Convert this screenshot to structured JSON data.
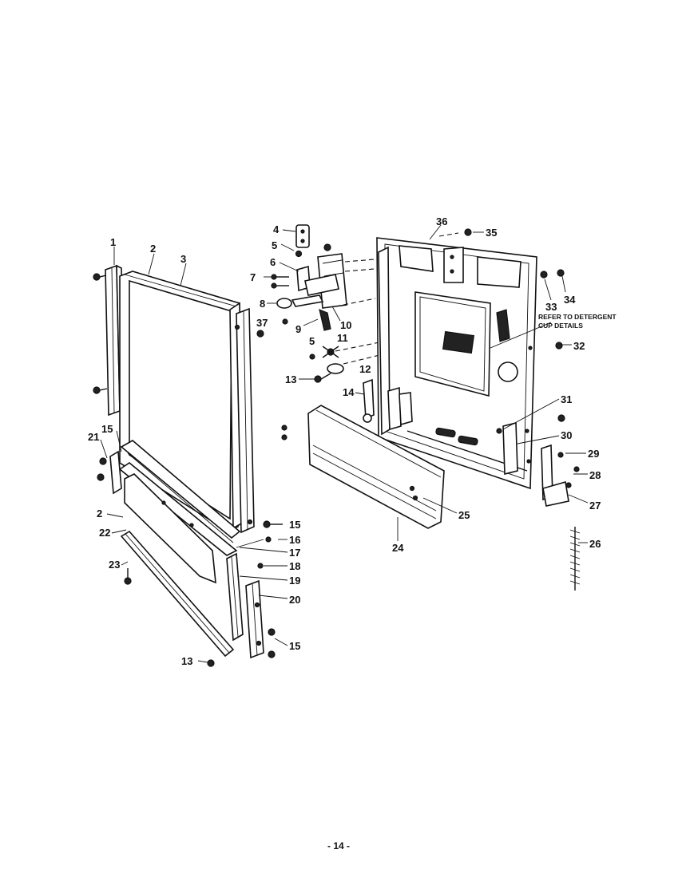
{
  "callouts": {
    "c1": "1",
    "c2a": "2",
    "c3": "3",
    "c4": "4",
    "c5a": "5",
    "c6": "6",
    "c7": "7",
    "c8": "8",
    "c9": "9",
    "c10": "10",
    "c11": "11",
    "c5b": "5",
    "c12": "12",
    "c13a": "13",
    "c14": "14",
    "c15a": "15",
    "c21": "21",
    "c2b": "2",
    "c22": "22",
    "c23": "23",
    "c13b": "13",
    "c15b": "15",
    "c16": "16",
    "c17": "17",
    "c18": "18",
    "c19": "19",
    "c20": "20",
    "c15c": "15",
    "c24": "24",
    "c25": "25",
    "c26": "26",
    "c27": "27",
    "c28": "28",
    "c29": "29",
    "c30": "30",
    "c31": "31",
    "c32": "32",
    "c33": "33",
    "c34": "34",
    "c35": "35",
    "c36": "36",
    "c37": "37"
  },
  "note": {
    "line1": "REFER TO DETERGENT",
    "line2": "CUP DETAILS"
  },
  "page_number": "- 14 -",
  "icons": {
    "screw": "screw-icon",
    "bracket": "bracket-icon",
    "spring": "spring-icon"
  },
  "colors": {
    "ink": "#111111",
    "paper": "#ffffff"
  }
}
